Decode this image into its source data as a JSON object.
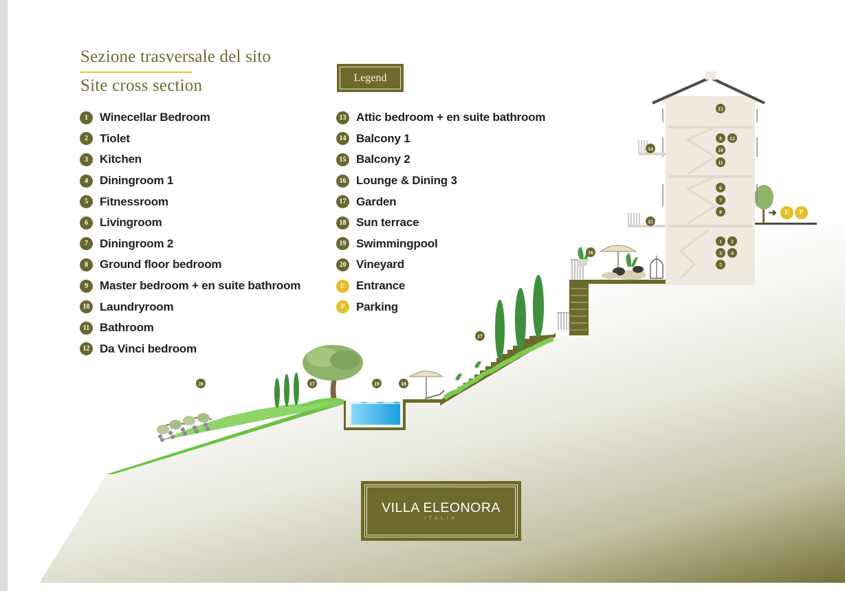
{
  "title_it": "Sezione trasversale del sito",
  "title_en": "Site cross section",
  "legend_button": "Legend",
  "legend_col1": [
    {
      "num": "1",
      "label": "Winecellar Bedroom"
    },
    {
      "num": "2",
      "label": "Tiolet"
    },
    {
      "num": "3",
      "label": "Kitchen"
    },
    {
      "num": "4",
      "label": "Diningroom 1"
    },
    {
      "num": "5",
      "label": "Fitnessroom"
    },
    {
      "num": "6",
      "label": "Livingroom"
    },
    {
      "num": "7",
      "label": "Diningroom 2"
    },
    {
      "num": "8",
      "label": "Ground floor bedroom"
    },
    {
      "num": "9",
      "label": "Master bedroom + en suite bathroom"
    },
    {
      "num": "10",
      "label": "Laundryroom"
    },
    {
      "num": "11",
      "label": "Bathroom"
    },
    {
      "num": "12",
      "label": "Da Vinci bedroom"
    }
  ],
  "legend_col2": [
    {
      "num": "13",
      "label": "Attic bedroom + en suite bathroom"
    },
    {
      "num": "14",
      "label": "Balcony 1"
    },
    {
      "num": "15",
      "label": "Balcony 2"
    },
    {
      "num": "16",
      "label": "Lounge & Dining 3"
    },
    {
      "num": "17",
      "label": "Garden"
    },
    {
      "num": "18",
      "label": "Sun terrace"
    },
    {
      "num": "19",
      "label": "Swimmingpool"
    },
    {
      "num": "20",
      "label": "Vineyard"
    },
    {
      "num": "E",
      "label": "Entrance",
      "gold": true
    },
    {
      "num": "P",
      "label": "Parking",
      "gold": true
    }
  ],
  "diagram_markers": {
    "m13": "13",
    "m14": "14",
    "m9": "9",
    "m12": "12",
    "m10": "10",
    "m11": "11",
    "m6": "6",
    "m7": "7",
    "m8": "8",
    "m15": "15",
    "m1": "1",
    "m2": "2",
    "m3": "3",
    "m4": "4",
    "m5": "5",
    "m16": "16",
    "m17a": "17",
    "m17b": "17",
    "m18": "18",
    "m19": "19",
    "m20": "20",
    "mE": "E",
    "mP": "P"
  },
  "logo": {
    "name": "VILLA ELEONORA",
    "subtitle": "ITALIA"
  },
  "colors": {
    "olive": "#6c6a2c",
    "gold": "#e5be2a",
    "grass": "#6cc244",
    "pool": "#3fb6ea",
    "title": "#6d6a2e"
  }
}
